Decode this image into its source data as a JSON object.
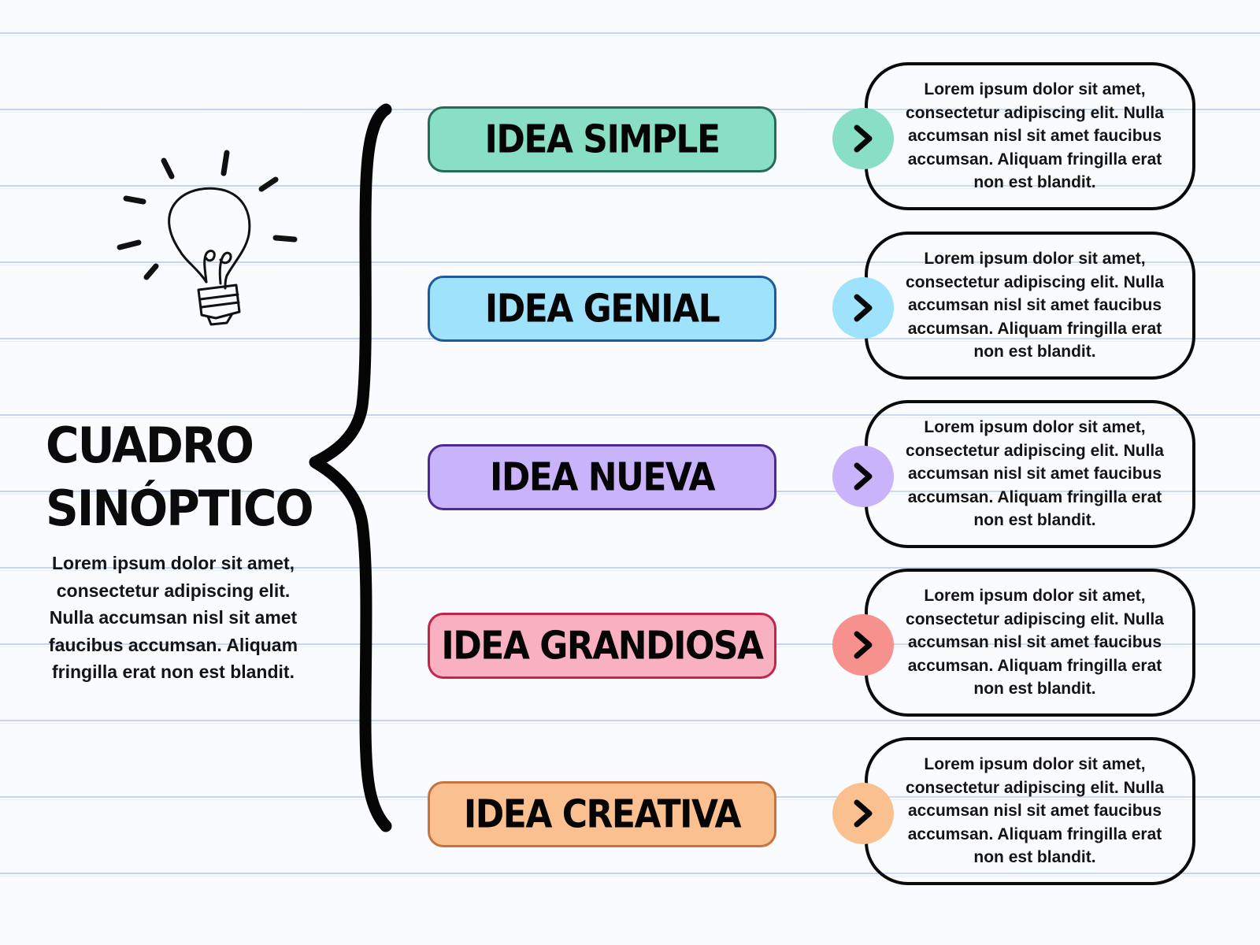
{
  "title": {
    "line1": "CUADRO",
    "line2": "SINÓPTICO"
  },
  "intro": "Lorem ipsum dolor sit amet, consectetur adipiscing elit. Nulla accumsan nisl sit amet faucibus accumsan. Aliquam fringilla erat non est blandit.",
  "ideas": [
    {
      "label": "IDEA SIMPLE",
      "fill": "#88dfc4",
      "border": "#276a57",
      "accent": "#88dfc4",
      "description": "Lorem ipsum dolor sit amet, consectetur adipiscing elit. Nulla accumsan nisl sit amet faucibus accumsan. Aliquam fringilla erat non est blandit."
    },
    {
      "label": "IDEA GENIAL",
      "fill": "#9ee2fb",
      "border": "#1f5aa0",
      "accent": "#9ee2fb",
      "description": "Lorem ipsum dolor sit amet, consectetur adipiscing elit. Nulla accumsan nisl sit amet faucibus accumsan. Aliquam fringilla erat non est blandit."
    },
    {
      "label": "IDEA NUEVA",
      "fill": "#c9b3fb",
      "border": "#4d2a93",
      "accent": "#c9b3fb",
      "description": "Lorem ipsum dolor sit amet, consectetur adipiscing elit. Nulla accumsan nisl sit amet faucibus accumsan. Aliquam fringilla erat non est blandit."
    },
    {
      "label": "IDEA GRANDIOSA",
      "fill": "#f9b1c2",
      "border": "#c1264a",
      "accent": "#f7918d",
      "description": "Lorem ipsum dolor sit amet, consectetur adipiscing elit. Nulla accumsan nisl sit amet faucibus accumsan. Aliquam fringilla erat non est blandit."
    },
    {
      "label": "IDEA CREATIVA",
      "fill": "#fbc090",
      "border": "#c4743d",
      "accent": "#fbc090",
      "description": "Lorem ipsum dolor sit amet, consectetur adipiscing elit. Nulla accumsan nisl sit amet faucibus accumsan. Aliquam fringilla erat non est blandit."
    }
  ],
  "icons": {
    "bulb": "lightbulb-icon",
    "arrow": "chevron-right-icon",
    "brace": "curly-brace-icon"
  }
}
